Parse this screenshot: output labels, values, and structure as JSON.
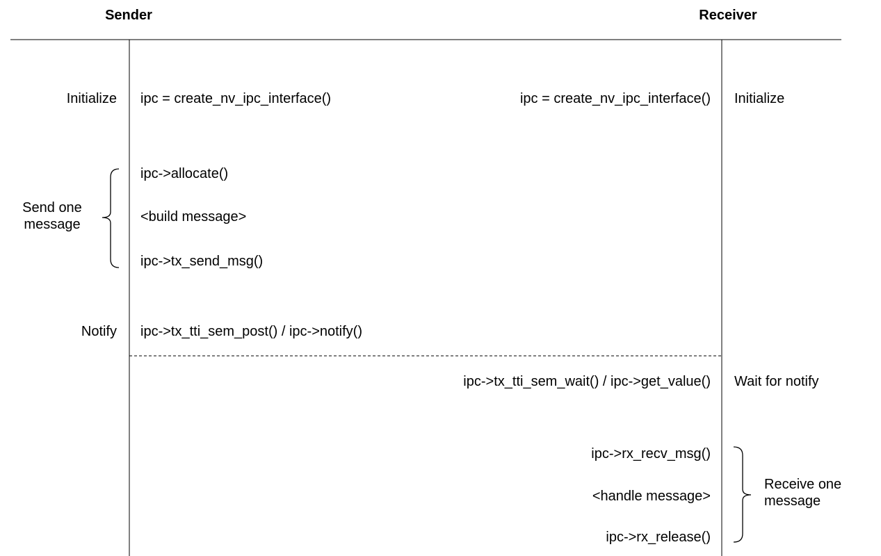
{
  "headers": {
    "sender": "Sender",
    "receiver": "Receiver"
  },
  "sender": {
    "initialize_label": "Initialize",
    "initialize_call": "ipc = create_nv_ipc_interface()",
    "send_group_label": "Send one message",
    "allocate_call": "ipc->allocate()",
    "build_message": "<build message>",
    "send_call": "ipc->tx_send_msg()",
    "notify_label": "Notify",
    "notify_call": "ipc->tx_tti_sem_post() / ipc->notify()"
  },
  "receiver": {
    "initialize_call": "ipc = create_nv_ipc_interface()",
    "initialize_label": "Initialize",
    "wait_call": "ipc->tx_tti_sem_wait() / ipc->get_value()",
    "wait_label": "Wait for notify",
    "recv_call": "ipc->rx_recv_msg()",
    "handle_message": "<handle message>",
    "release_call": "ipc->rx_release()",
    "receive_group_label": "Receive one message"
  }
}
